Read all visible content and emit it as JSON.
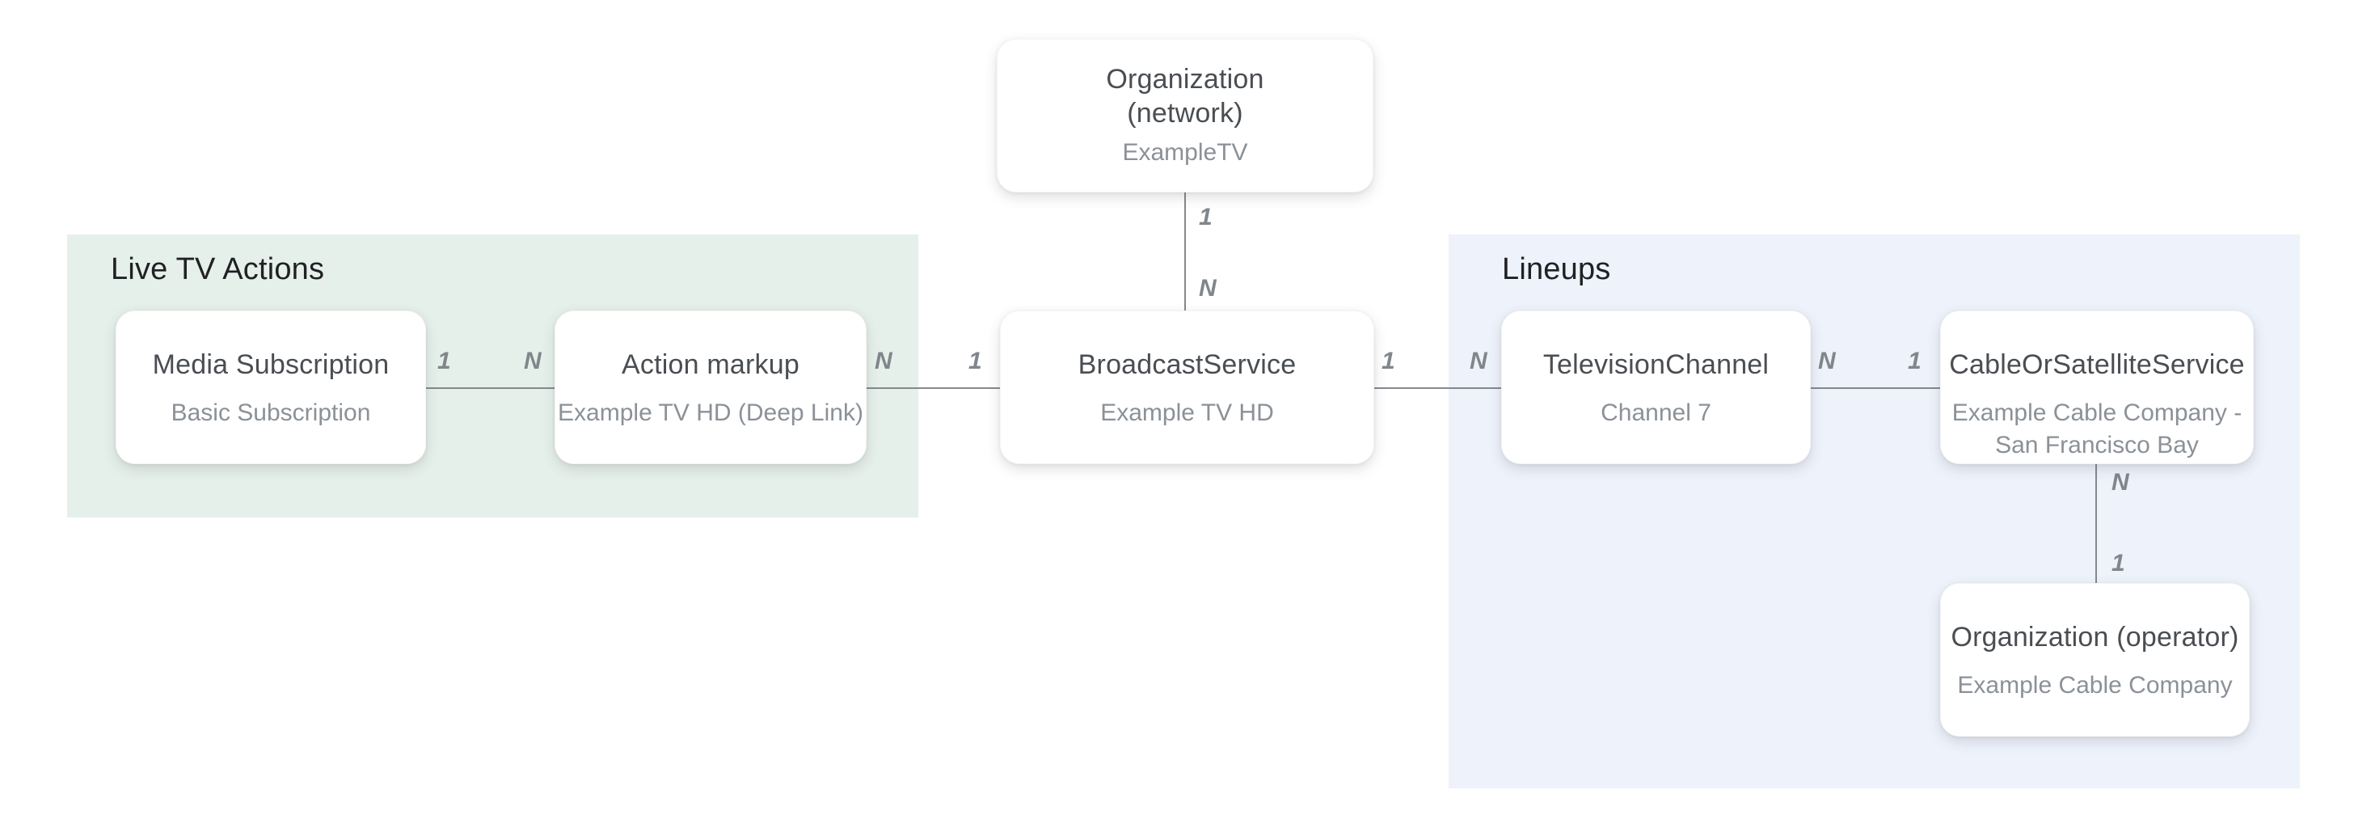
{
  "regions": {
    "live_tv_actions": {
      "label": "Live TV Actions"
    },
    "lineups": {
      "label": "Lineups"
    }
  },
  "nodes": {
    "org_network": {
      "title_line1": "Organization",
      "title_line2": "(network)",
      "subtitle": "ExampleTV"
    },
    "media_subscription": {
      "title": "Media Subscription",
      "subtitle": "Basic Subscription"
    },
    "action_markup": {
      "title": "Action markup",
      "subtitle": "Example TV HD (Deep Link)"
    },
    "broadcast_service": {
      "title": "BroadcastService",
      "subtitle": "Example TV HD"
    },
    "television_channel": {
      "title": "TelevisionChannel",
      "subtitle": "Channel 7"
    },
    "cable_or_satellite": {
      "title": "CableOrSatelliteService",
      "subtitle": "Example Cable Company - San Francisco Bay"
    },
    "org_operator": {
      "title": "Organization (operator)",
      "subtitle": "Example Cable Company"
    }
  },
  "edges": {
    "network_to_broadcast": {
      "from_label": "1",
      "to_label": "N"
    },
    "mediasub_to_action": {
      "from_label": "1",
      "to_label": "N"
    },
    "action_to_broadcast": {
      "from_label": "N",
      "to_label": "1"
    },
    "broadcast_to_channel": {
      "from_label": "1",
      "to_label": "N"
    },
    "channel_to_cable": {
      "from_label": "N",
      "to_label": "1"
    },
    "cable_to_operator": {
      "from_label": "N",
      "to_label": "1"
    }
  },
  "colors": {
    "region_green": "#e6f0ea",
    "region_blue": "#edf2fb",
    "node_title": "#4a4e52",
    "node_subtitle": "#8b9197",
    "section_label": "#202124",
    "line": "#85898e",
    "cardinality": "#80868b"
  }
}
